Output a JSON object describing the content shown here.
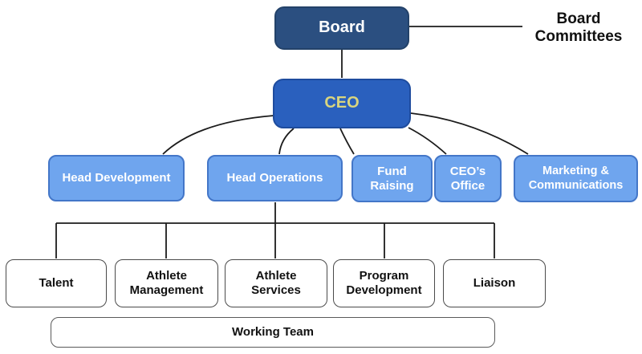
{
  "diagram_type": "org-chart",
  "nodes": {
    "board": {
      "label": "Board"
    },
    "board_committees": {
      "label": "Board Committees"
    },
    "ceo": {
      "label": "CEO"
    },
    "head_development": {
      "label": "Head Development"
    },
    "head_operations": {
      "label": "Head Operations"
    },
    "fund_raising": {
      "label": "Fund Raising"
    },
    "ceos_office": {
      "label": "CEO’s Office"
    },
    "marketing_communications": {
      "label": "Marketing & Communications"
    },
    "talent": {
      "label": "Talent"
    },
    "athlete_management": {
      "label": "Athlete Management"
    },
    "athlete_services": {
      "label": "Athlete Services"
    },
    "program_development": {
      "label": "Program Development"
    },
    "liaison": {
      "label": "Liaison"
    },
    "working_team": {
      "label": "Working Team"
    }
  },
  "edges": [
    {
      "from": "board",
      "to": "ceo"
    },
    {
      "from": "board",
      "to": "board_committees"
    },
    {
      "from": "ceo",
      "to": "head_development"
    },
    {
      "from": "ceo",
      "to": "head_operations"
    },
    {
      "from": "ceo",
      "to": "fund_raising"
    },
    {
      "from": "ceo",
      "to": "ceos_office"
    },
    {
      "from": "ceo",
      "to": "marketing_communications"
    },
    {
      "from": "head_operations",
      "to": "talent"
    },
    {
      "from": "head_operations",
      "to": "athlete_management"
    },
    {
      "from": "head_operations",
      "to": "athlete_services"
    },
    {
      "from": "head_operations",
      "to": "program_development"
    },
    {
      "from": "head_operations",
      "to": "liaison"
    }
  ],
  "colors": {
    "board_fill": "#2B4F80",
    "ceo_fill": "#2A60BE",
    "ceo_text": "#D9D57F",
    "level2_fill": "#6FA5EE",
    "level2_border": "#4376C8",
    "level3_border": "#4A4A4A",
    "connector": "#1C1C1C",
    "background": "#FFFFFF"
  }
}
